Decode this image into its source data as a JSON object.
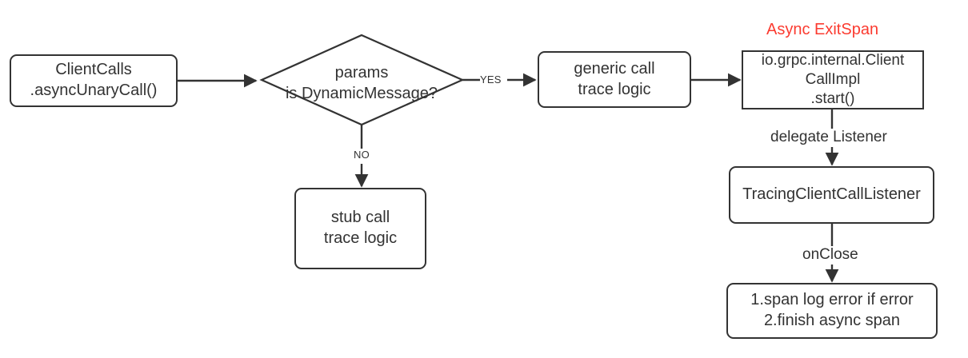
{
  "diagram": {
    "title_note": "Async ExitSpan",
    "accent_color": "#fb3b30",
    "stroke_color": "#333333",
    "background": "#ffffff",
    "nodes": {
      "client_calls": "ClientCalls\n.asyncUnaryCall()",
      "decision": "params\nis DynamicMessage?",
      "generic_call": "generic call\ntrace logic",
      "stub_call": "stub call\ntrace logic",
      "client_call_impl": "io.grpc.internal.Client\nCallImpl\n.start()",
      "tracing_listener": "TracingClientCallListener",
      "close_actions": "1.span log error if error\n2.finish async span"
    },
    "edge_labels": {
      "yes": "YES",
      "no": "NO",
      "delegate_listener": "delegate Listener",
      "on_close": "onClose"
    }
  }
}
